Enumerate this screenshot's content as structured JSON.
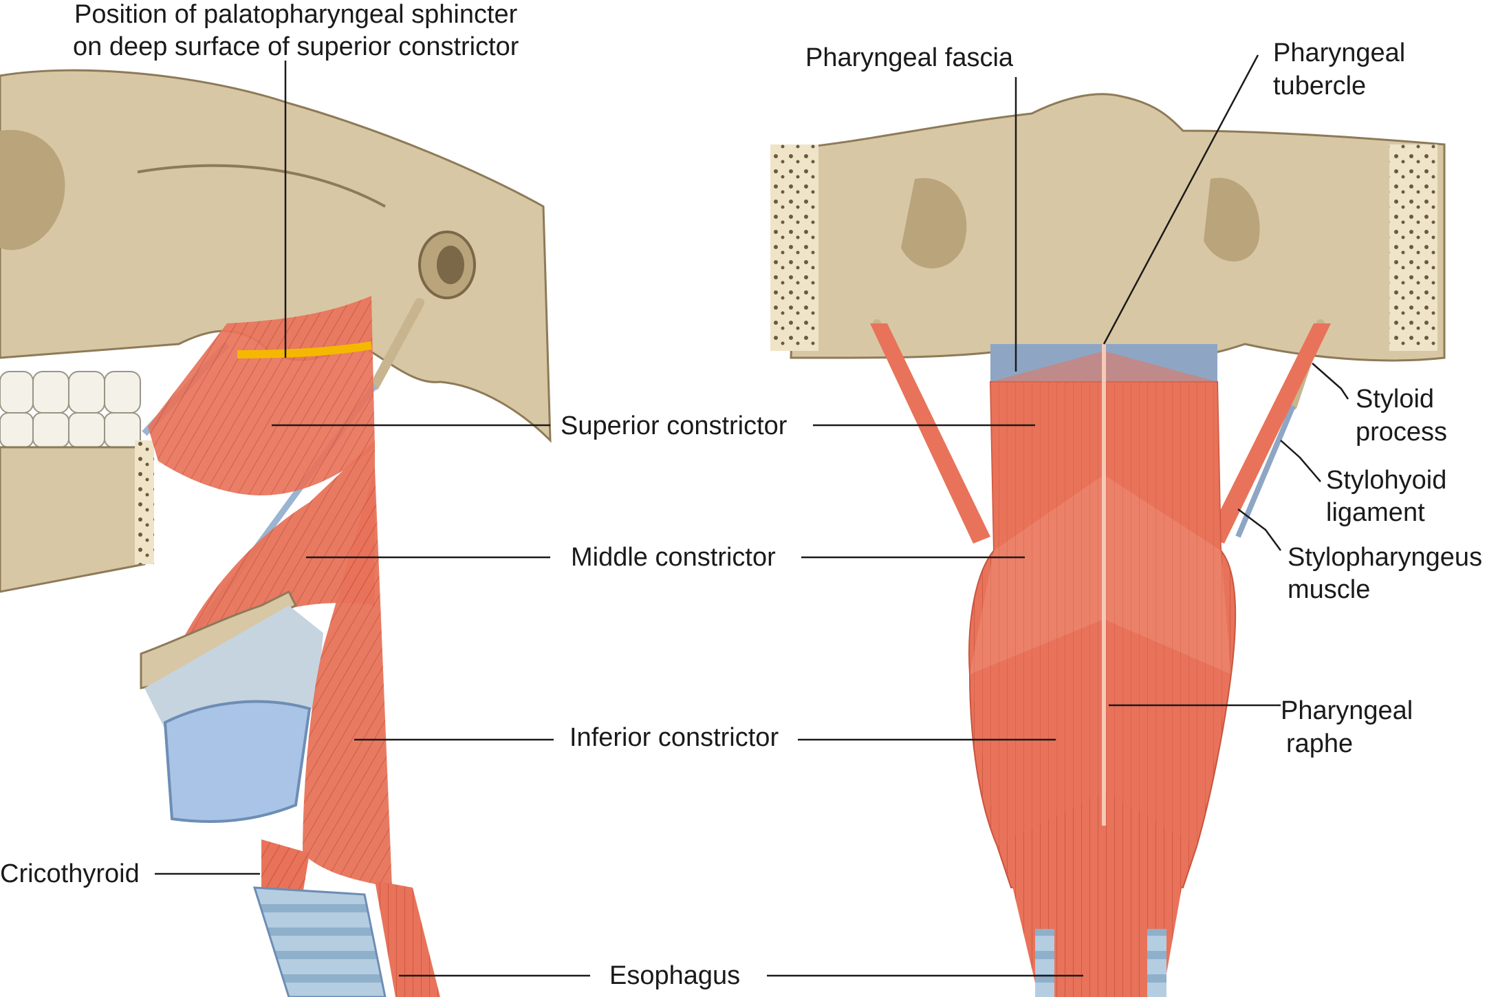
{
  "labels": {
    "palatopharyngeal_line1": "Position of palatopharyngeal sphincter",
    "palatopharyngeal_line2": "on deep surface of superior constrictor",
    "pharyngeal_fascia": "Pharyngeal fascia",
    "pharyngeal_tubercle_line1": "Pharyngeal",
    "pharyngeal_tubercle_line2": "tubercle",
    "superior_constrictor": "Superior constrictor",
    "middle_constrictor": "Middle constrictor",
    "inferior_constrictor": "Inferior constrictor",
    "esophagus": "Esophagus",
    "cricothyroid": "Cricothyroid",
    "styloid_process_line1": "Styloid",
    "styloid_process_line2": "process",
    "stylohyoid_ligament_line1": "Stylohyoid",
    "stylohyoid_ligament_line2": "ligament",
    "stylopharyngeus_line1": "Stylopharyngeus",
    "stylopharyngeus_line2": "muscle",
    "pharyngeal_raphe_line1": "Pharyngeal",
    "pharyngeal_raphe_line2": "raphe"
  },
  "colors": {
    "bone": "#d8c7a4",
    "bone_shadow": "#b9a47c",
    "muscle": "#e8735a",
    "muscle_light": "#f0937c",
    "fascia": "#8ea6c4",
    "cartilage": "#a9c4e6",
    "trachea": "#b4cde0",
    "sphincter": "#f5b800",
    "leader": "#1a1a1a"
  }
}
